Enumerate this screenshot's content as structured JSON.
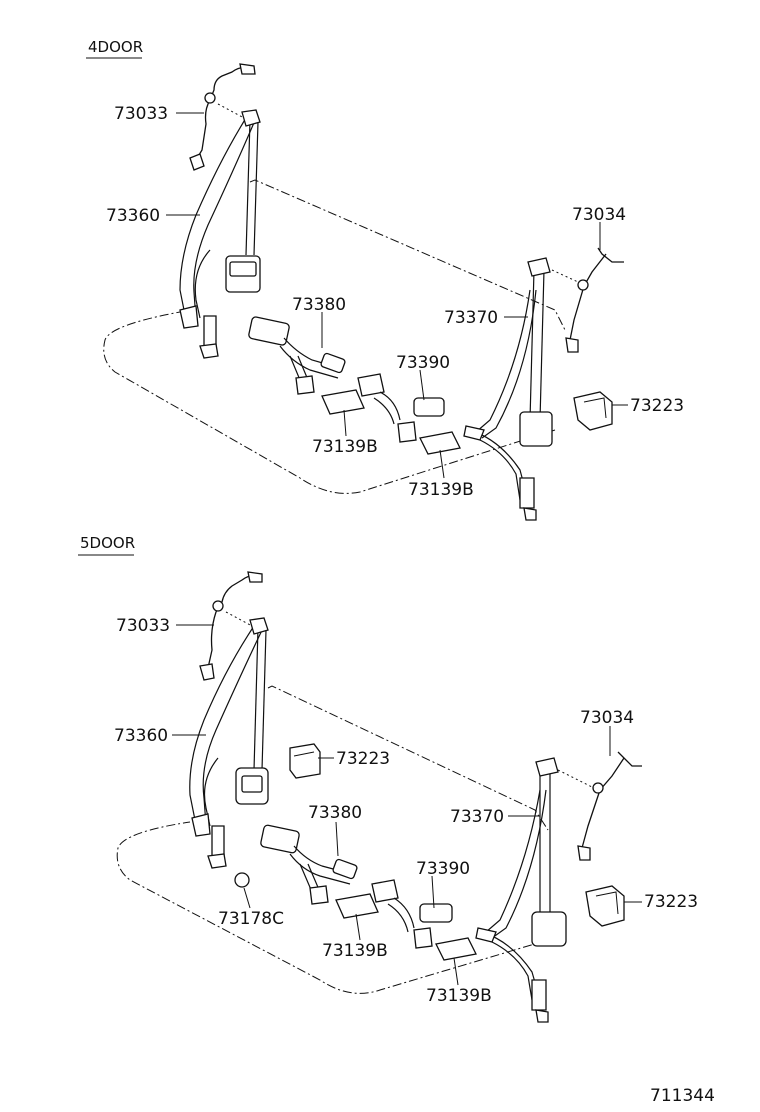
{
  "sections": [
    {
      "heading": "4DOOR",
      "labels": {
        "p73033": "73033",
        "p73360": "73360",
        "p73034": "73034",
        "p73380": "73380",
        "p73370": "73370",
        "p73390": "73390",
        "p73223": "73223",
        "p73139b_left": "73139B",
        "p73139b_right": "73139B"
      }
    },
    {
      "heading": "5DOOR",
      "labels": {
        "p73033": "73033",
        "p73360": "73360",
        "p73223_center": "73223",
        "p73034": "73034",
        "p73380": "73380",
        "p73370": "73370",
        "p73390": "73390",
        "p73223_right": "73223",
        "p73178c": "73178C",
        "p73139b_left": "73139B",
        "p73139b_right": "73139B"
      }
    }
  ],
  "figure_number": "711344"
}
